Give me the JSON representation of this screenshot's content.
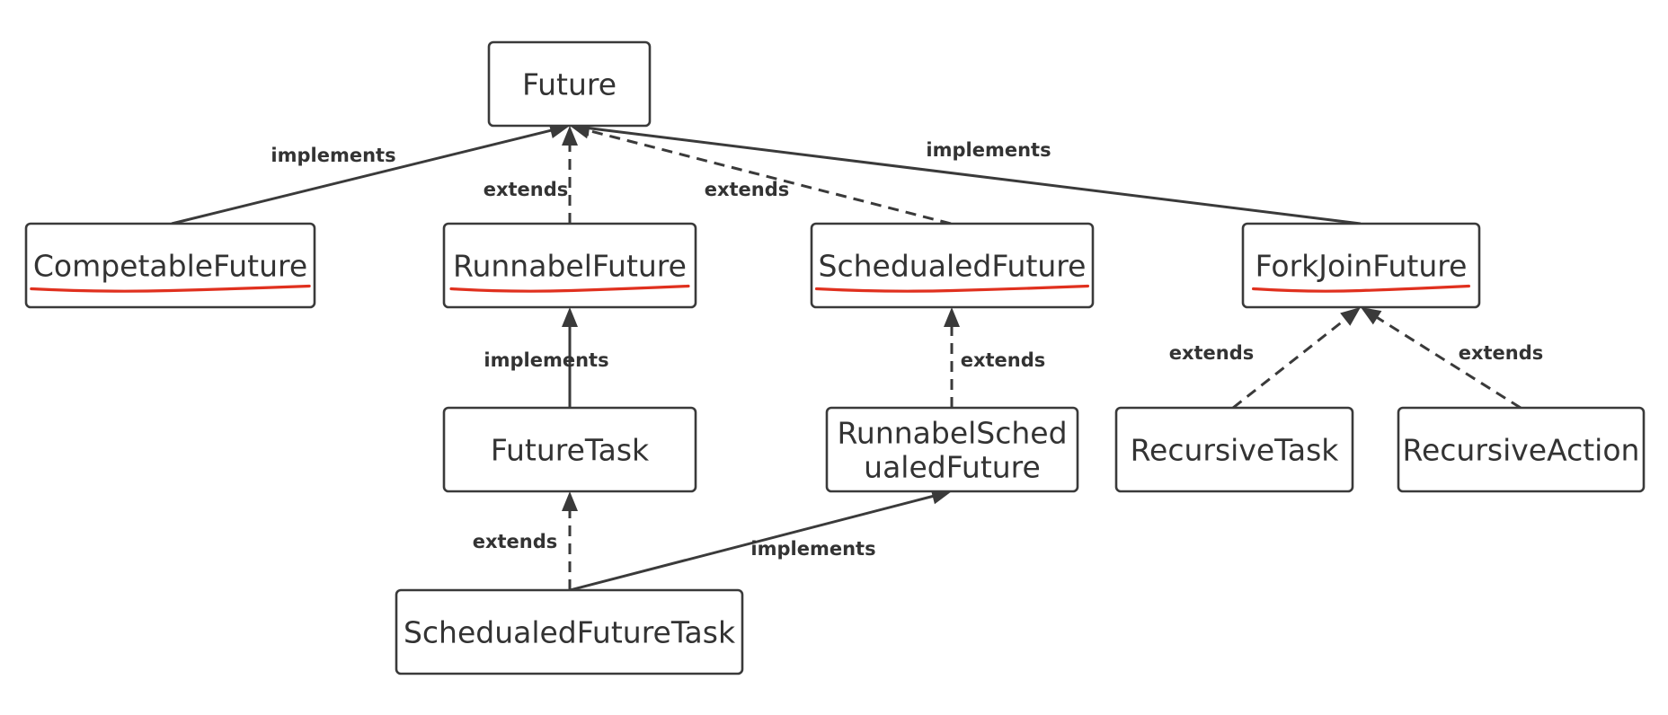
{
  "colors": {
    "stroke": "#3a3a3a",
    "text": "#333333",
    "highlight": "#e0301e",
    "background": "#ffffff"
  },
  "nodes": [
    {
      "id": "future",
      "lines": [
        "Future"
      ],
      "underlined": false
    },
    {
      "id": "competablefuture",
      "lines": [
        "CompetableFuture"
      ],
      "underlined": true
    },
    {
      "id": "runnabelfuture",
      "lines": [
        "RunnabelFuture"
      ],
      "underlined": true
    },
    {
      "id": "schedualedfuture",
      "lines": [
        "SchedualedFuture"
      ],
      "underlined": true
    },
    {
      "id": "forkjoinfuture",
      "lines": [
        "ForkJoinFuture"
      ],
      "underlined": true
    },
    {
      "id": "futuretask",
      "lines": [
        "FutureTask"
      ],
      "underlined": false
    },
    {
      "id": "runnabelschedualedfuture",
      "lines": [
        "RunnabelSched",
        "ualedFuture"
      ],
      "underlined": false
    },
    {
      "id": "recursivetask",
      "lines": [
        "RecursiveTask"
      ],
      "underlined": false
    },
    {
      "id": "recursiveaction",
      "lines": [
        "RecursiveAction"
      ],
      "underlined": false
    },
    {
      "id": "schedualedfuturetask",
      "lines": [
        "SchedualedFutureTask"
      ],
      "underlined": false
    }
  ],
  "edges": [
    {
      "from": "competablefuture",
      "to": "future",
      "label": "implements",
      "style": "solid"
    },
    {
      "from": "runnabelfuture",
      "to": "future",
      "label": "extends",
      "style": "dashed"
    },
    {
      "from": "schedualedfuture",
      "to": "future",
      "label": "extends",
      "style": "dashed"
    },
    {
      "from": "forkjoinfuture",
      "to": "future",
      "label": "implements",
      "style": "solid"
    },
    {
      "from": "futuretask",
      "to": "runnabelfuture",
      "label": "implements",
      "style": "solid"
    },
    {
      "from": "runnabelschedualedfuture",
      "to": "schedualedfuture",
      "label": "extends",
      "style": "dashed"
    },
    {
      "from": "recursivetask",
      "to": "forkjoinfuture",
      "label": "extends",
      "style": "dashed"
    },
    {
      "from": "recursiveaction",
      "to": "forkjoinfuture",
      "label": "extends",
      "style": "dashed"
    },
    {
      "from": "schedualedfuturetask",
      "to": "futuretask",
      "label": "extends",
      "style": "dashed"
    },
    {
      "from": "schedualedfuturetask",
      "to": "runnabelschedualedfuture",
      "label": "implements",
      "style": "solid"
    }
  ]
}
